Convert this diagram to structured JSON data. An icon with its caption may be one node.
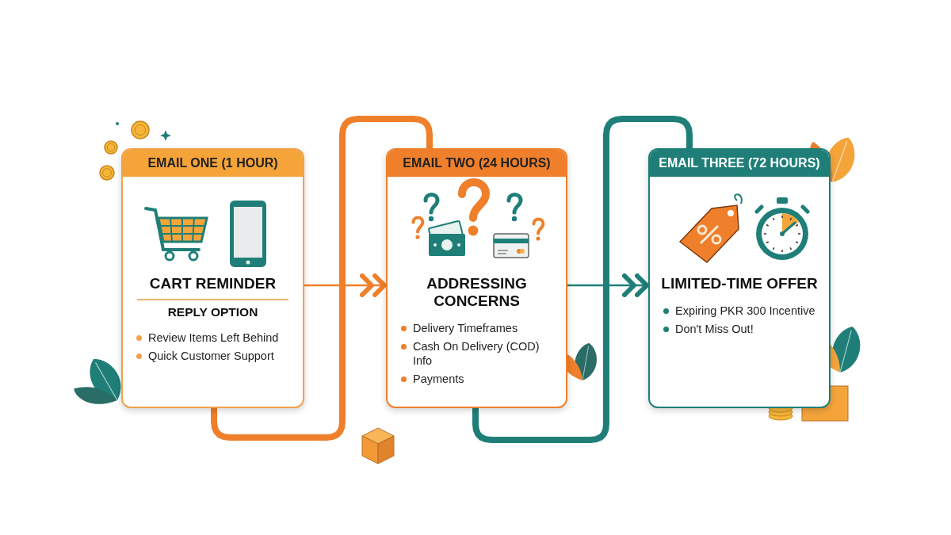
{
  "diagram": {
    "nodes": [
      {
        "text": [
          "EMAIL ONE (1 HOUR)",
          "CART REMINDER",
          "REPLY OPTION",
          "Review Items Left Behind",
          "Quick Customer Support"
        ]
      },
      {
        "text": [
          "EMAIL TWO (24 HOURS)",
          "ADDRESSING CONCERNS",
          "Delivery Timeframes",
          "Cash On Delivery (COD) Info",
          "Payments"
        ]
      },
      {
        "text": [
          "EMAIL THREE (72 HOURS)",
          "LIMITED-TIME OFFER",
          "Expiring PKR 300 Incentive",
          "Don't Miss Out!"
        ]
      }
    ],
    "edges": [
      {
        "from": 0,
        "to": 1,
        "arrow": "none",
        "style": "thick",
        "color": "#ef7f2a"
      },
      {
        "from": 0,
        "to": 1,
        "arrow": "to",
        "color": "#ef7f2a"
      },
      {
        "from": 1,
        "to": 2,
        "arrow": "none",
        "style": "thick",
        "color": "#1f7f78"
      },
      {
        "from": 1,
        "to": 2,
        "arrow": "to",
        "color": "#1f7f78"
      }
    ]
  }
}
